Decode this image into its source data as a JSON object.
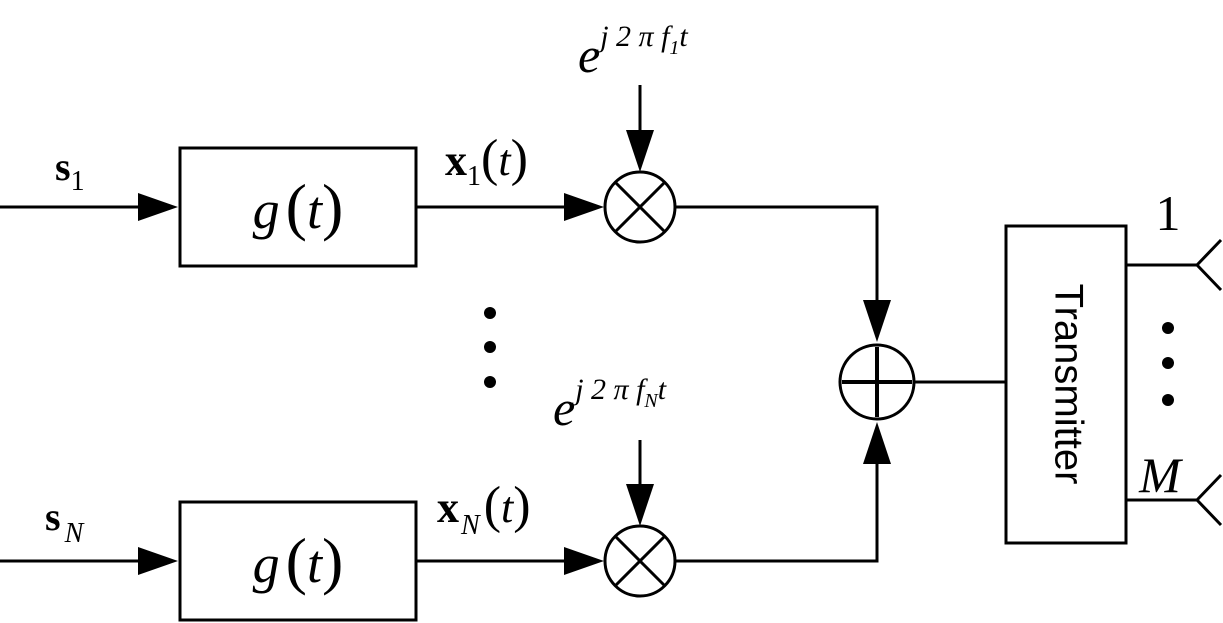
{
  "branches": {
    "top": {
      "input_symbol": "s",
      "input_sub": "1",
      "filter_fn": "g",
      "filter_var": "t",
      "signal_symbol": "x",
      "signal_sub": "1",
      "signal_var": "t",
      "carrier_base": "e",
      "carrier_exp_prefix": "j 2 π f",
      "carrier_exp_sub": "1",
      "carrier_exp_suffix": "t"
    },
    "bottom": {
      "input_symbol": "s",
      "input_sub": "N",
      "filter_fn": "g",
      "filter_var": "t",
      "signal_symbol": "x",
      "signal_sub": "N",
      "signal_var": "t",
      "carrier_base": "e",
      "carrier_exp_prefix": "j 2 π f",
      "carrier_exp_sub": "N",
      "carrier_exp_suffix": "t"
    }
  },
  "paren_open": "(",
  "paren_close": ")",
  "transmitter": {
    "label": "Transmitter"
  },
  "antennas": {
    "first": "1",
    "last": "M"
  }
}
